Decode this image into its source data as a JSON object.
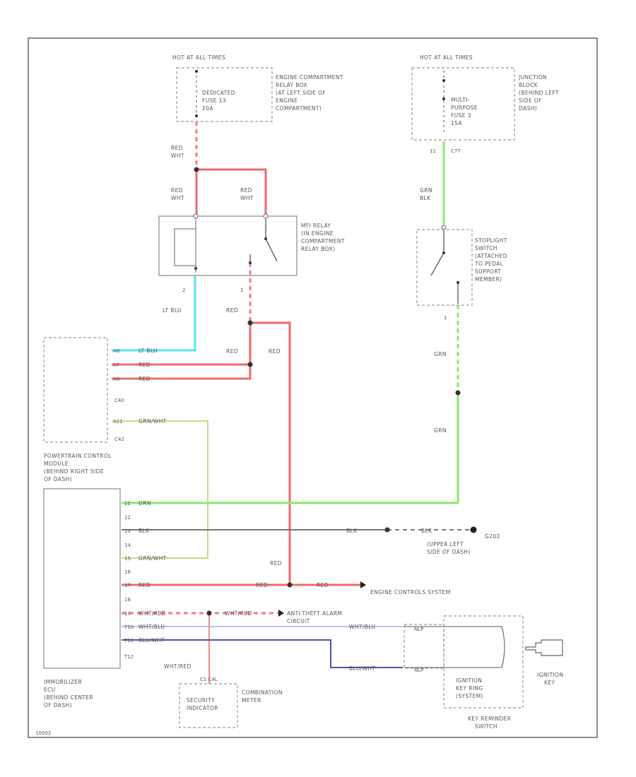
{
  "colors": {
    "red": "#f06a6a",
    "red_dashed": "#f47c7c",
    "lt_blu": "#55e3f4",
    "grn": "#8ae86a",
    "grn_wht": "#c9d98a",
    "blk": "#777777",
    "wht_blu": "#a8a8ee",
    "blu_wht": "#4c55a4"
  },
  "fuse1": {
    "hot": "HOT AT ALL TIMES",
    "fuse": [
      "DEDICATED",
      "FUSE 13",
      "20A"
    ],
    "location": [
      "ENGINE COMPARTMENT",
      "RELAY BOX",
      "(AT LEFT SIDE OF",
      "ENGINE",
      "COMPARTMENT)"
    ]
  },
  "fuse2": {
    "hot": "HOT AT ALL TIMES",
    "fuse": [
      "MULTI-",
      "PURPOSE",
      "FUSE 3",
      "15A"
    ],
    "location": [
      "JUNCTION",
      "BLOCK",
      "(BEHIND LEFT",
      "SIDE OF",
      "DASH)"
    ],
    "pin": "11",
    "connector": "C77"
  },
  "relay": {
    "label": [
      "MFI RELAY",
      "(IN ENGINE",
      "COMPARTMENT",
      "RELAY BOX)"
    ],
    "pin_left": "2",
    "pin_right": "1"
  },
  "stoplight": {
    "label": [
      "STOPLIGHT",
      "SWITCH",
      "(ATTACHED",
      "TO PEDAL",
      "SUPPORT",
      "MEMBER)"
    ],
    "pin": "1"
  },
  "pcm": {
    "label": [
      "POWERTRAIN CONTROL",
      "MODULE",
      "(BEHIND RIGHT SIDE",
      "OF DASH)"
    ],
    "pins": [
      "A8",
      "A7",
      "A9",
      "A11"
    ],
    "connectors": [
      "C40",
      "C42"
    ]
  },
  "ecu": {
    "label": [
      "IMMOBILIZER",
      "ECU",
      "(BEHIND CENTER",
      "OF DASH)"
    ],
    "pins": [
      "11",
      "12",
      "13",
      "14",
      "15",
      "16",
      "17",
      "18",
      "19",
      "T10",
      "T11",
      "T12"
    ]
  },
  "wires": {
    "red_wht": [
      "RED",
      "WHT"
    ],
    "red": "RED",
    "lt_blu": "LT BLU",
    "grn": "GRN",
    "grn_blk": [
      "GRN",
      "BLK"
    ],
    "grn_wht": "GRN/WHT",
    "blk": "BLK",
    "wht_red": "WHT/RED",
    "wht_blu": "WHT/BLU",
    "blu_wht": "BLU/WHT"
  },
  "ground": {
    "id": "G202",
    "location": [
      "(UPPER LEFT",
      "SIDE OF DASH)"
    ]
  },
  "destinations": {
    "engine": "ENGINE CONTROLS SYSTEM",
    "antitheft": [
      "ANTI-THEFT ALARM",
      "CIRCUIT"
    ]
  },
  "meter": {
    "connector": "C1 C4L",
    "label": [
      "COMBINATION",
      "METER"
    ],
    "indicator": [
      "SECURITY",
      "INDICATOR"
    ]
  },
  "keyswitch": {
    "label": [
      "KEY REMINDER",
      "SWITCH"
    ],
    "inner": [
      "IGNITION",
      "KEY RING",
      "(SYSTEM)"
    ],
    "pin": "NLP"
  },
  "ignition_key": [
    "IGNITION",
    "KEY"
  ],
  "footer_code": "10002"
}
